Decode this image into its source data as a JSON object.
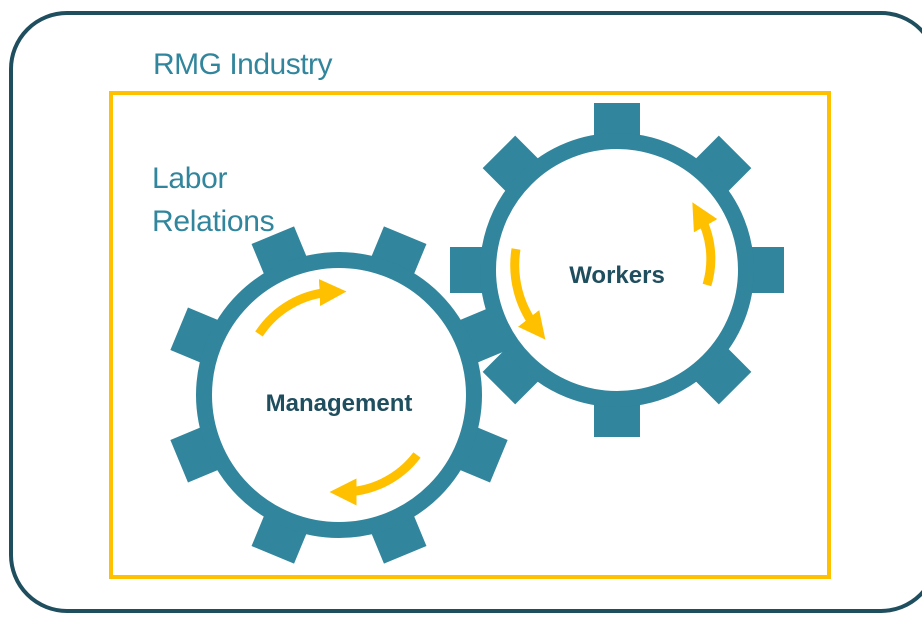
{
  "diagram": {
    "industry_label": "RMG Industry",
    "labor_label_lines": [
      "Labor",
      "Relations"
    ],
    "gears": {
      "management": {
        "label": "Management"
      },
      "workers": {
        "label": "Workers"
      }
    },
    "colors": {
      "frame": "#1f4e5f",
      "gear": "#31859c",
      "text_teal": "#31859c",
      "text_dark": "#1f4e5f",
      "industry_box": "#ffc000",
      "arrows": "#ffc000"
    }
  }
}
